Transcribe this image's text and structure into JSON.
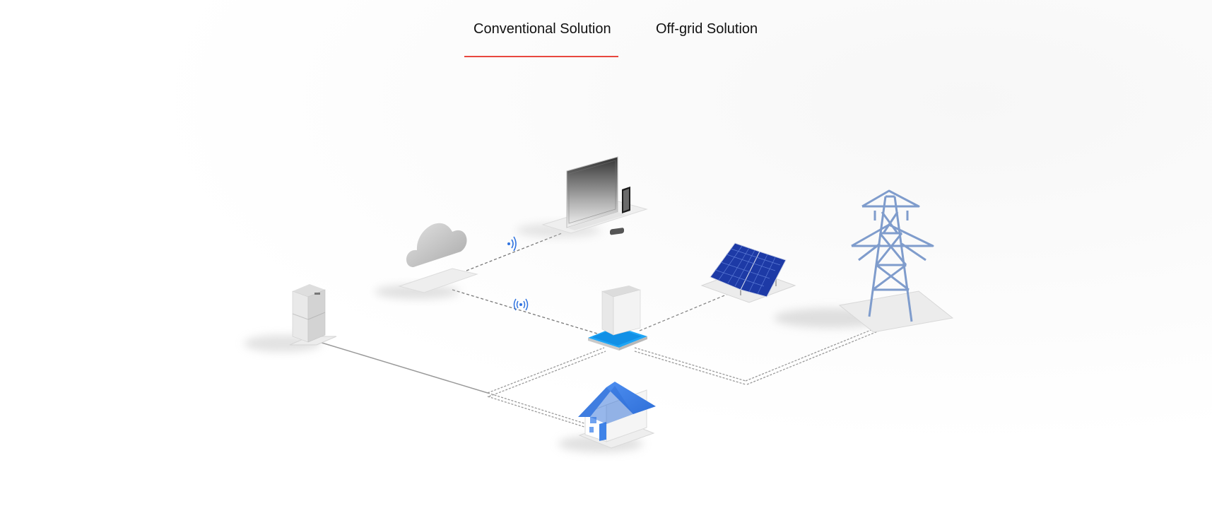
{
  "tabs": {
    "items": [
      {
        "label": "Conventional Solution",
        "active": true
      },
      {
        "label": "Off-grid Solution",
        "active": false
      }
    ],
    "active_underline_color": "#e8483f"
  },
  "diagram": {
    "nodes": [
      {
        "name": "battery-cabinet",
        "icon": "battery-icon"
      },
      {
        "name": "cloud",
        "icon": "cloud-icon"
      },
      {
        "name": "monitor-and-phone",
        "icon": "monitor-icon"
      },
      {
        "name": "inverter",
        "icon": "inverter-icon"
      },
      {
        "name": "solar-panel",
        "icon": "solar-panel-icon"
      },
      {
        "name": "power-tower",
        "icon": "transmission-tower-icon"
      },
      {
        "name": "house",
        "icon": "house-icon"
      }
    ],
    "colors": {
      "accent_blue": "#2f73e0",
      "panel_blue": "#1d3aa6",
      "tower_blue": "#7f9ccc",
      "platform": "#eeeeee",
      "line": "#999999"
    }
  }
}
